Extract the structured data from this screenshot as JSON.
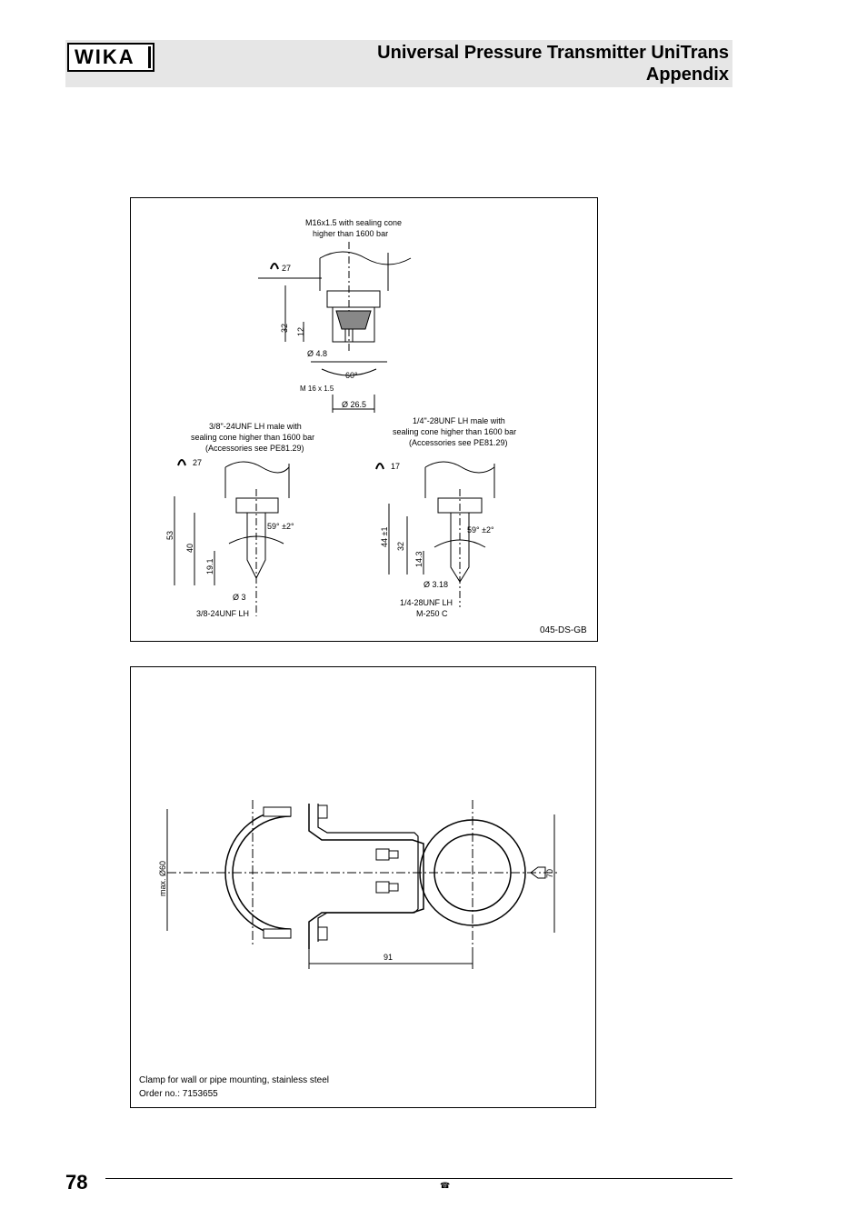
{
  "header": {
    "logo": "WIKA",
    "title_line1": "Universal Pressure Transmitter UniTrans",
    "title_line2": "Appendix"
  },
  "drawing1": {
    "top_label_1": "M16x1.5 with sealing cone",
    "top_label_2": "higher than 1600 bar",
    "wrench_top": "27",
    "dim_32": "32",
    "dim_12": "12",
    "dim_d48": "Ø 4.8",
    "dim_60": "60°",
    "dim_m16": "M 16 x 1.5",
    "dim_d265": "Ø 26.5",
    "left_label_1": "3/8\"-24UNF LH male with",
    "left_label_2": "sealing cone higher than 1600 bar",
    "left_label_3": "(Accessories see PE81.29)",
    "wrench_left": "27",
    "left_dim_53": "53",
    "left_dim_40": "40",
    "left_dim_191": "19.1",
    "left_angle": "59° ±2°",
    "left_d3": "Ø 3",
    "left_thread": "3/8-24UNF LH",
    "right_label_1": "1/4\"-28UNF LH male with",
    "right_label_2": "sealing cone higher than 1600 bar",
    "right_label_3": "(Accessories see PE81.29)",
    "wrench_right": "17",
    "right_dim_44": "44 ±1",
    "right_dim_32": "32",
    "right_dim_143": "14.3",
    "right_angle": "59° ±2°",
    "right_d318": "Ø 3.18",
    "right_thread_1": "1/4-28UNF LH",
    "right_thread_2": "M-250 C",
    "drawing_code": "045-DS-GB"
  },
  "drawing2": {
    "dim_max60": "max. Ø60",
    "dim_70": "70",
    "dim_91": "91",
    "caption_1": "Clamp for wall or pipe mounting, stainless steel",
    "caption_2": "Order no.: 7153655"
  },
  "footer": {
    "page_number": "78",
    "phone_glyph": "☎"
  }
}
